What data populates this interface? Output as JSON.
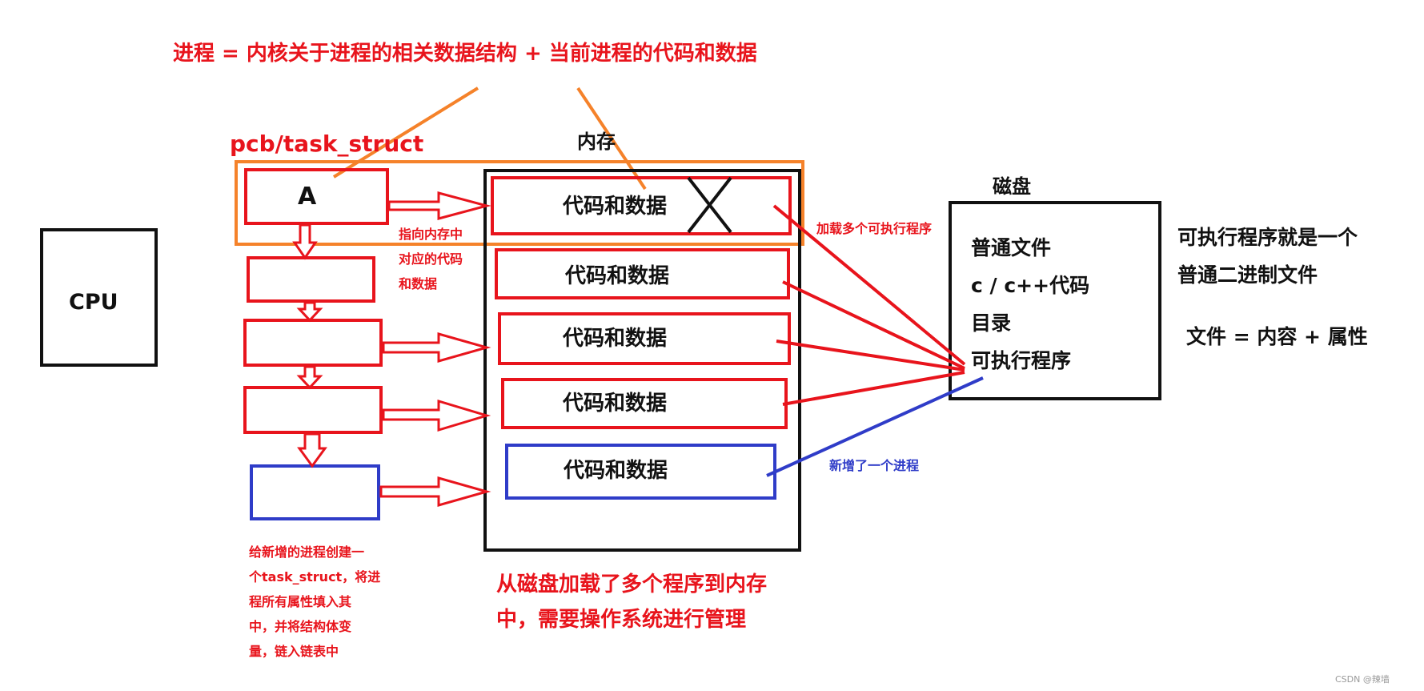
{
  "title_formula": "进程 = 内核关于进程的相关数据结构 + 当前进程的代码和数据",
  "pcb_label": "pcb/task_struct",
  "memory_label": "内存",
  "disk_label": "磁盘",
  "cpu_label": "CPU",
  "pcb_a_label": "A",
  "code_and_data": "代码和数据",
  "pointer_note": [
    "指向内存中",
    "对应的代码",
    "和数据"
  ],
  "load_note": "加载多个可执行程序",
  "new_process_note": "新增了一个进程",
  "disk_items": [
    "普通文件",
    "c / c++代码",
    "目录",
    "可执行程序"
  ],
  "exe_note": [
    "可执行程序就是一个",
    "普通二进制文件"
  ],
  "file_formula": "文件 = 内容 + 属性",
  "new_task_note": [
    "给新增的进程创建一",
    "个task_struct，将进",
    "程所有属性填入其",
    "中，并将结构体变",
    "量，链入链表中"
  ],
  "os_note": [
    "从磁盘加载了多个程序到内存",
    "中，需要操作系统进行管理"
  ],
  "watermark": "CSDN @辣墙",
  "colors": {
    "red": "#e8141c",
    "orange": "#f5822a",
    "blue": "#2f3cc8",
    "black": "#111111"
  }
}
